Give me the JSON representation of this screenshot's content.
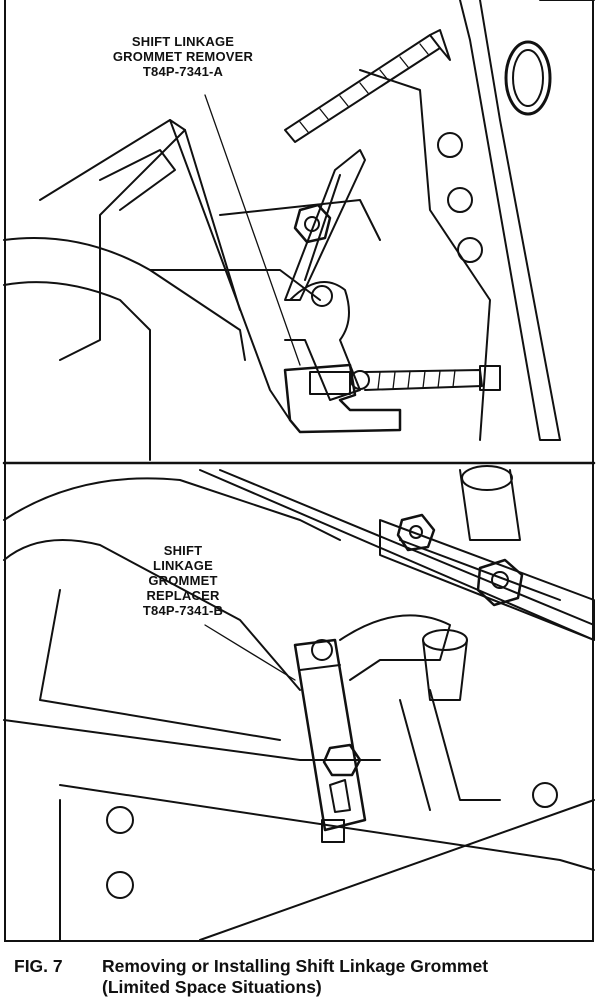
{
  "figure": {
    "number_label": "FIG. 7",
    "title_line1": "Removing or Installing Shift Linkage Grommet",
    "title_line2": "(Limited Space Situations)"
  },
  "callouts": {
    "remover": {
      "line1": "SHIFT LINKAGE",
      "line2": "GROMMET REMOVER",
      "line3": "T84P-7341-A"
    },
    "replacer": {
      "line1": "SHIFT",
      "line2": "LINKAGE",
      "line3": "GROMMET",
      "line4": "REPLACER",
      "line5": "T84P-7341-B"
    }
  }
}
